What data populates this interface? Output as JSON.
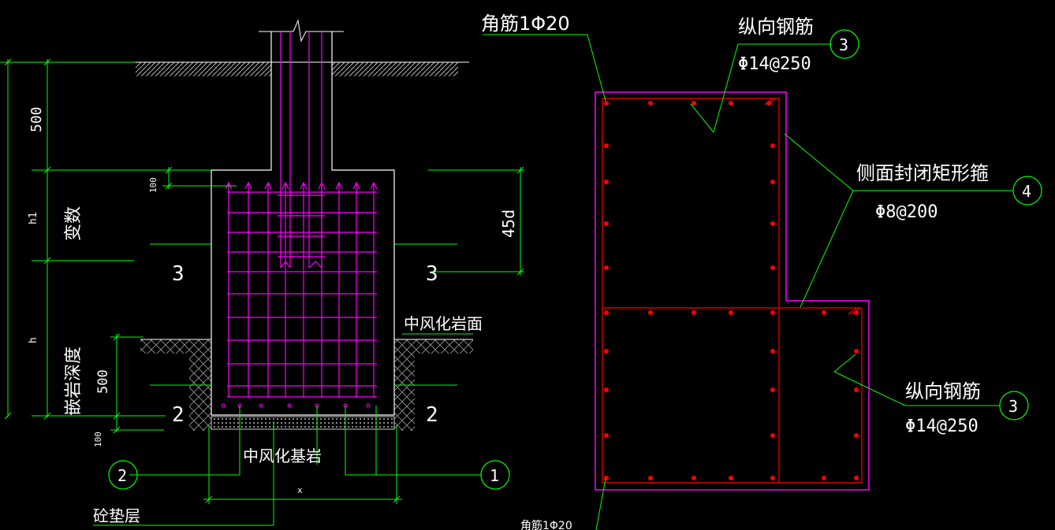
{
  "colors": {
    "background": "#000000",
    "white": "#ffffff",
    "green": "#00ff00",
    "magenta": "#ff00ff",
    "red": "#ff0000",
    "gray": "#b0b0b0"
  },
  "section": {
    "dim_500_top": "500",
    "dim_h1": "h1",
    "dim_h": "h",
    "dim_100_top": "100",
    "dim_100_bottom": "100",
    "dim_45d": "45d",
    "dim_x": "x",
    "label_bianshu": "变数",
    "label_embed_depth": "嵌岩深度",
    "label_embed_500": "500",
    "label_rock_surface": "中风化岩面",
    "label_rock_base": "中风化基岩",
    "label_cushion": "砼垫层",
    "cut_3_left": "3",
    "cut_3_right": "3",
    "cut_2_left": "2",
    "cut_2_right": "2",
    "bubble_left": "2",
    "bubble_right": "1"
  },
  "plan": {
    "corner_bar_top": "角筋1Φ20",
    "corner_bar_bottom": "角筋1Φ20",
    "long_bar_top": "纵向钢筋",
    "long_bar_top_spec": "Φ14@250",
    "long_bar_top_bubble": "3",
    "stirrup": "侧面封闭矩形箍",
    "stirrup_spec": "Φ8@200",
    "stirrup_bubble": "4",
    "long_bar_bottom": "纵向钢筋",
    "long_bar_bottom_spec": "Φ14@250",
    "long_bar_bottom_bubble": "3"
  }
}
